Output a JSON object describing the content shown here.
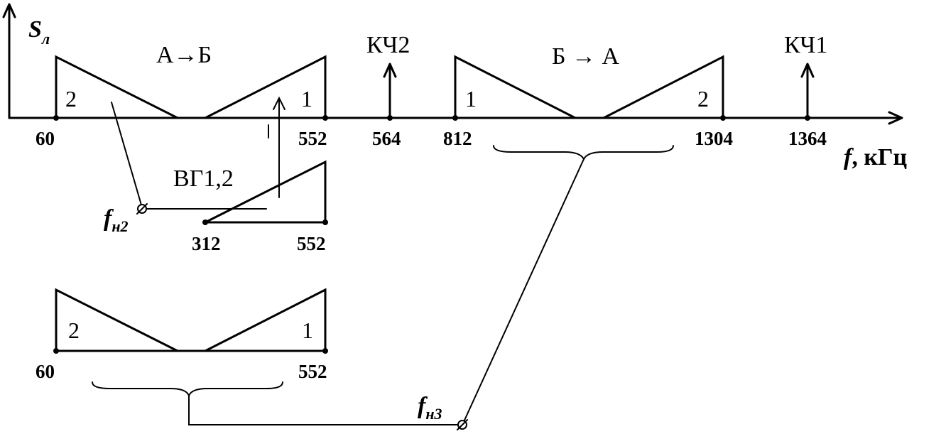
{
  "axis": {
    "y_symbol": "S",
    "y_subscript": "л",
    "x_symbol": "f",
    "x_unit": ", кГц"
  },
  "labels": {
    "dir_ab": "А→Б",
    "dir_ba": "Б → А",
    "pilot_2": "КЧ2",
    "pilot_1": "КЧ1",
    "vg": "ВГ1,2",
    "fn2_symbol": "f",
    "fn2_sub": "н2",
    "fn3_symbol": "f",
    "fn3_sub": "н3"
  },
  "band_numbers": {
    "top_ab_left": "2",
    "top_ab_right": "1",
    "top_ba_left": "1",
    "top_ba_right": "2",
    "bottom_left": "2",
    "bottom_right": "1"
  },
  "ticks": {
    "top": [
      "60",
      "552",
      "564",
      "812",
      "1304",
      "1364"
    ],
    "middle": [
      "312",
      "552"
    ],
    "bottom": [
      "60",
      "552"
    ]
  }
}
